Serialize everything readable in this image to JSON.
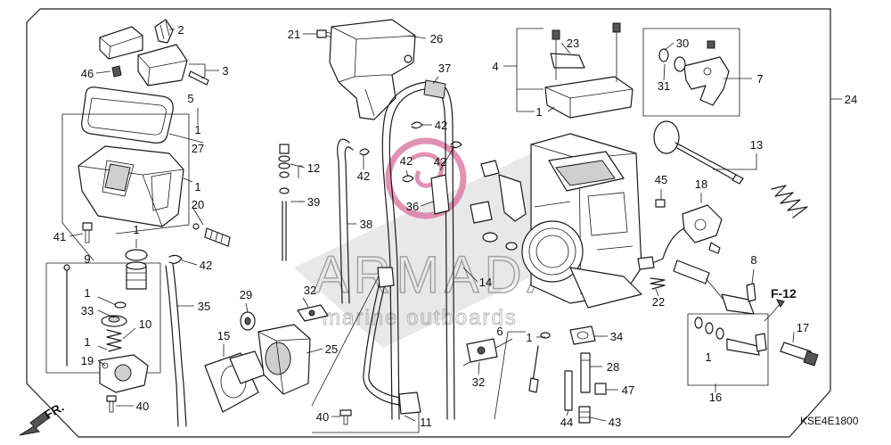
{
  "diagram": {
    "code": "KSE4E1800",
    "front_label": "FR.",
    "ref_label": "F-12",
    "watermark": {
      "brand": "ARMADA",
      "tagline": "marine outboards"
    }
  },
  "colors": {
    "line": "#1a1a1a",
    "watermark": "#d9779f"
  },
  "callouts": [
    "2",
    "3",
    "46",
    "5",
    "1",
    "27",
    "1",
    "20",
    "41",
    "1",
    "9",
    "42",
    "1",
    "33",
    "10",
    "1",
    "19",
    "40",
    "35",
    "29",
    "15",
    "25",
    "32",
    "21",
    "26",
    "37",
    "42",
    "12",
    "42",
    "39",
    "38",
    "42",
    "42",
    "36",
    "14",
    "4",
    "23",
    "1",
    "30",
    "31",
    "7",
    "24",
    "13",
    "45",
    "18",
    "8",
    "22",
    "6",
    "1",
    "34",
    "17",
    "1",
    "16",
    "28",
    "47",
    "32",
    "44",
    "43",
    "11",
    "40"
  ]
}
